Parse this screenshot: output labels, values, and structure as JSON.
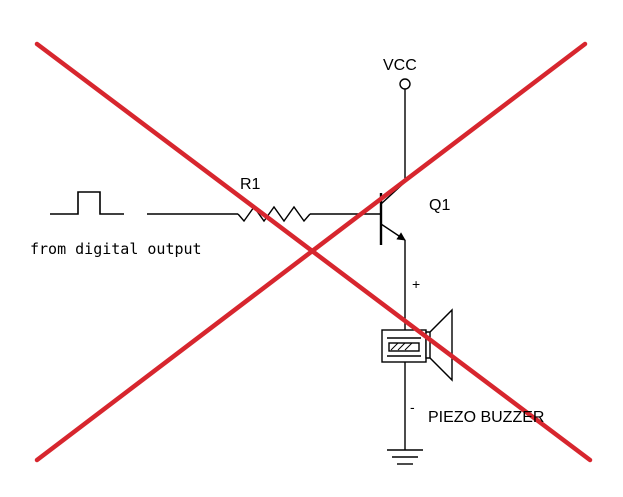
{
  "diagram": {
    "labels": {
      "vcc": "VCC",
      "r1": "R1",
      "q1": "Q1",
      "input": "from digital output",
      "plus": "+",
      "minus": "-",
      "buzzer": "PIEZO BUZZER"
    },
    "colors": {
      "wire": "#000000",
      "cross": "#d7262e",
      "background": "#ffffff"
    }
  }
}
